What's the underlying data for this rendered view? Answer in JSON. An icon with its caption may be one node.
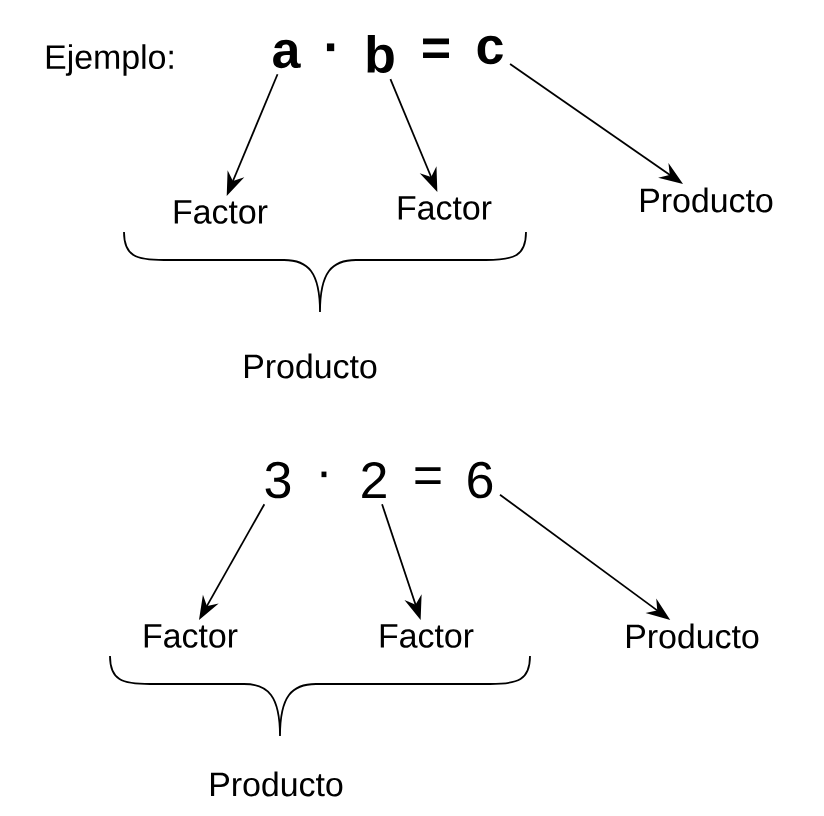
{
  "diagram": {
    "nodes": [
      {
        "text": [
          "a"
        ]
      },
      {
        "text": [
          "b"
        ]
      },
      {
        "text": [
          "c"
        ]
      },
      {
        "text": [
          "Factor"
        ]
      },
      {
        "text": [
          "Factor"
        ]
      },
      {
        "text": [
          "Producto"
        ]
      },
      {
        "text": [
          "3"
        ]
      },
      {
        "text": [
          "2"
        ]
      },
      {
        "text": [
          "6"
        ]
      },
      {
        "text": [
          "Factor"
        ]
      },
      {
        "text": [
          "Factor"
        ]
      },
      {
        "text": [
          "Producto"
        ]
      }
    ],
    "edges": [
      {
        "from": 0,
        "to": 3,
        "arrow": "to"
      },
      {
        "from": 1,
        "to": 4,
        "arrow": "to"
      },
      {
        "from": 2,
        "to": 5,
        "arrow": "to"
      },
      {
        "from": 6,
        "to": 9,
        "arrow": "to"
      },
      {
        "from": 7,
        "to": 10,
        "arrow": "to"
      },
      {
        "from": 8,
        "to": 11,
        "arrow": "to"
      }
    ],
    "labels": [
      "Ejemplo:",
      "·",
      "=",
      "Producto",
      "·",
      "=",
      "Producto"
    ]
  }
}
